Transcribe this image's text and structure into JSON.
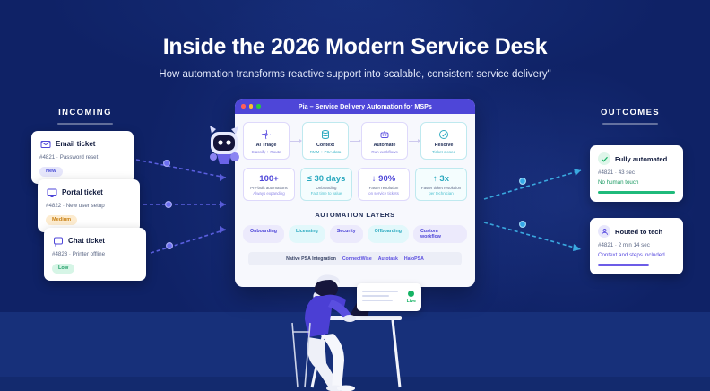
{
  "header": {
    "title": "Inside the 2026 Modern Service Desk",
    "subtitle": "How automation transforms reactive support into scalable, consistent service delivery\""
  },
  "incoming": {
    "heading": "INCOMING",
    "tickets": [
      {
        "icon": "envelope-icon",
        "title": "Email ticket",
        "detail": "#4821 · Password reset",
        "badge": "New",
        "badge_tone": "new"
      },
      {
        "icon": "monitor-icon",
        "title": "Portal ticket",
        "detail": "#4822 · New user setup",
        "badge": "Medium",
        "badge_tone": "medium"
      },
      {
        "icon": "chat-icon",
        "title": "Chat ticket",
        "detail": "#4823 · Printer offline",
        "badge": "Low",
        "badge_tone": "low"
      }
    ]
  },
  "outcomes": {
    "heading": "OUTCOMES",
    "cards": [
      {
        "icon": "check-icon",
        "title": "Fully automated",
        "detail": "#4821 · 43 sec",
        "note": "No human touch",
        "tone": "green"
      },
      {
        "icon": "person-icon",
        "title": "Routed to tech",
        "detail": "#4821 · 2 min 14 sec",
        "note": "Context and steps included",
        "tone": "purple"
      }
    ]
  },
  "panel": {
    "title": "Pia  –  Service Delivery Automation for MSPs",
    "steps": [
      {
        "icon": "ai-spark-icon",
        "name": "AI Triage",
        "desc": "Classify + Route",
        "tone": "violet"
      },
      {
        "icon": "database-icon",
        "name": "Context",
        "desc": "RMM + PSA data",
        "tone": "teal"
      },
      {
        "icon": "robot-icon",
        "name": "Automate",
        "desc": "Run workflows",
        "tone": "violet"
      },
      {
        "icon": "check-circle-icon",
        "name": "Resolve",
        "desc": "Ticket closed",
        "tone": "teal"
      }
    ],
    "stats": [
      {
        "value": "100+",
        "line1": "Pre-built automations",
        "line2": "Always expanding",
        "tone": "violet"
      },
      {
        "value": "≤ 30 days",
        "line1": "Onboarding",
        "line2": "Fast time to value",
        "tone": "teal"
      },
      {
        "value": "↓ 90%",
        "line1": "Faster resolution",
        "line2": "on service tickets",
        "tone": "violet"
      },
      {
        "value": "↑ 3x",
        "line1": "Faster ticket resolution",
        "line2": "per technician",
        "tone": "teal"
      }
    ],
    "layers_title": "AUTOMATION LAYERS",
    "layers": [
      {
        "label": "Onboarding",
        "tone": "violet"
      },
      {
        "label": "Licensing",
        "tone": "teal"
      },
      {
        "label": "Security",
        "tone": "violet"
      },
      {
        "label": "Offboarding",
        "tone": "teal"
      },
      {
        "label": "Custom workflow",
        "tone": "violet"
      }
    ],
    "integrations": {
      "label": "Native PSA Integration",
      "names": [
        "ConnectWise",
        "Autotask",
        "HaloPSA"
      ]
    }
  },
  "illustration": {
    "live_label": "Live"
  }
}
